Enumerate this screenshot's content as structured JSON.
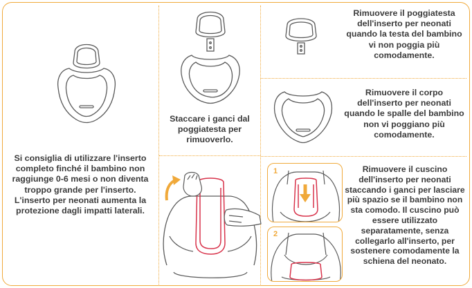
{
  "colors": {
    "accent": "#f0a93a",
    "text": "#3b3b3b",
    "line": "#5a5a5a",
    "highlight": "#d8324a"
  },
  "panels": {
    "left": "Si consiglia di utilizzare l'inserto completo finché il bambino non raggiunge 0-6 mesi o non diventa troppo grande per l'inserto. L'inserto per neonati aumenta la protezione dagli impatti laterali.",
    "middle_top": "Staccare i ganci dal poggiatesta per rimuoverlo.",
    "right_top": "Rimuovere il poggiatesta dell'inserto per neonati quando la testa del bambino vi non poggia più comodamente.",
    "right_middle": "Rimuovere il corpo dell'inserto per neonati quando le spalle del bambino non vi poggiano più comodamente.",
    "right_bottom": "Rimuovere il cuscino dell'inserto per neonati staccando i ganci per lasciare più spazio se il bambino non sta comodo. Il cuscino può essere utilizzato separatamente, senza collegarlo all'inserto, per sostenere comodamente la schiena del neonato."
  },
  "steps": {
    "one": "1",
    "two": "2"
  }
}
